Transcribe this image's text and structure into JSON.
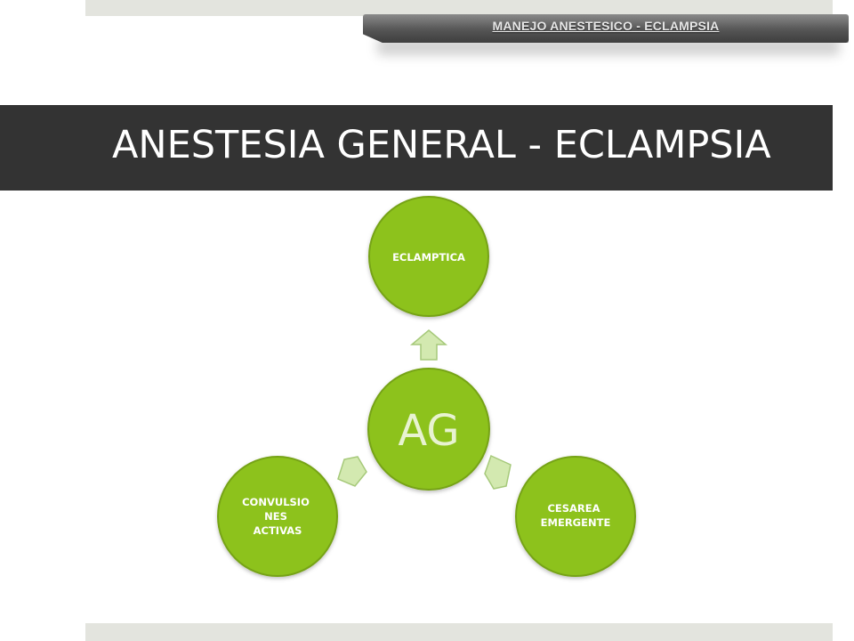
{
  "header": {
    "tab_label": "MANEJO ANESTESICO - ECLAMPSIA"
  },
  "slide": {
    "title": "ANESTESIA GENERAL - ECLAMPSIA"
  },
  "diagram": {
    "center": {
      "label": "AG"
    },
    "nodes": [
      {
        "id": "top",
        "label_lines": [
          "ECLAMPTICA"
        ]
      },
      {
        "id": "right",
        "label_lines": [
          "CESAREA",
          "EMERGENTE"
        ]
      },
      {
        "id": "left",
        "label_lines": [
          "CONVULSIO",
          "NES",
          "ACTIVAS"
        ]
      }
    ],
    "colors": {
      "node_fill": "#8dc21f",
      "node_stroke": "#76a316",
      "arrow_fill": "#d3e9b0",
      "arrow_stroke": "#a6c97a",
      "label_color": "#ffffff"
    }
  }
}
